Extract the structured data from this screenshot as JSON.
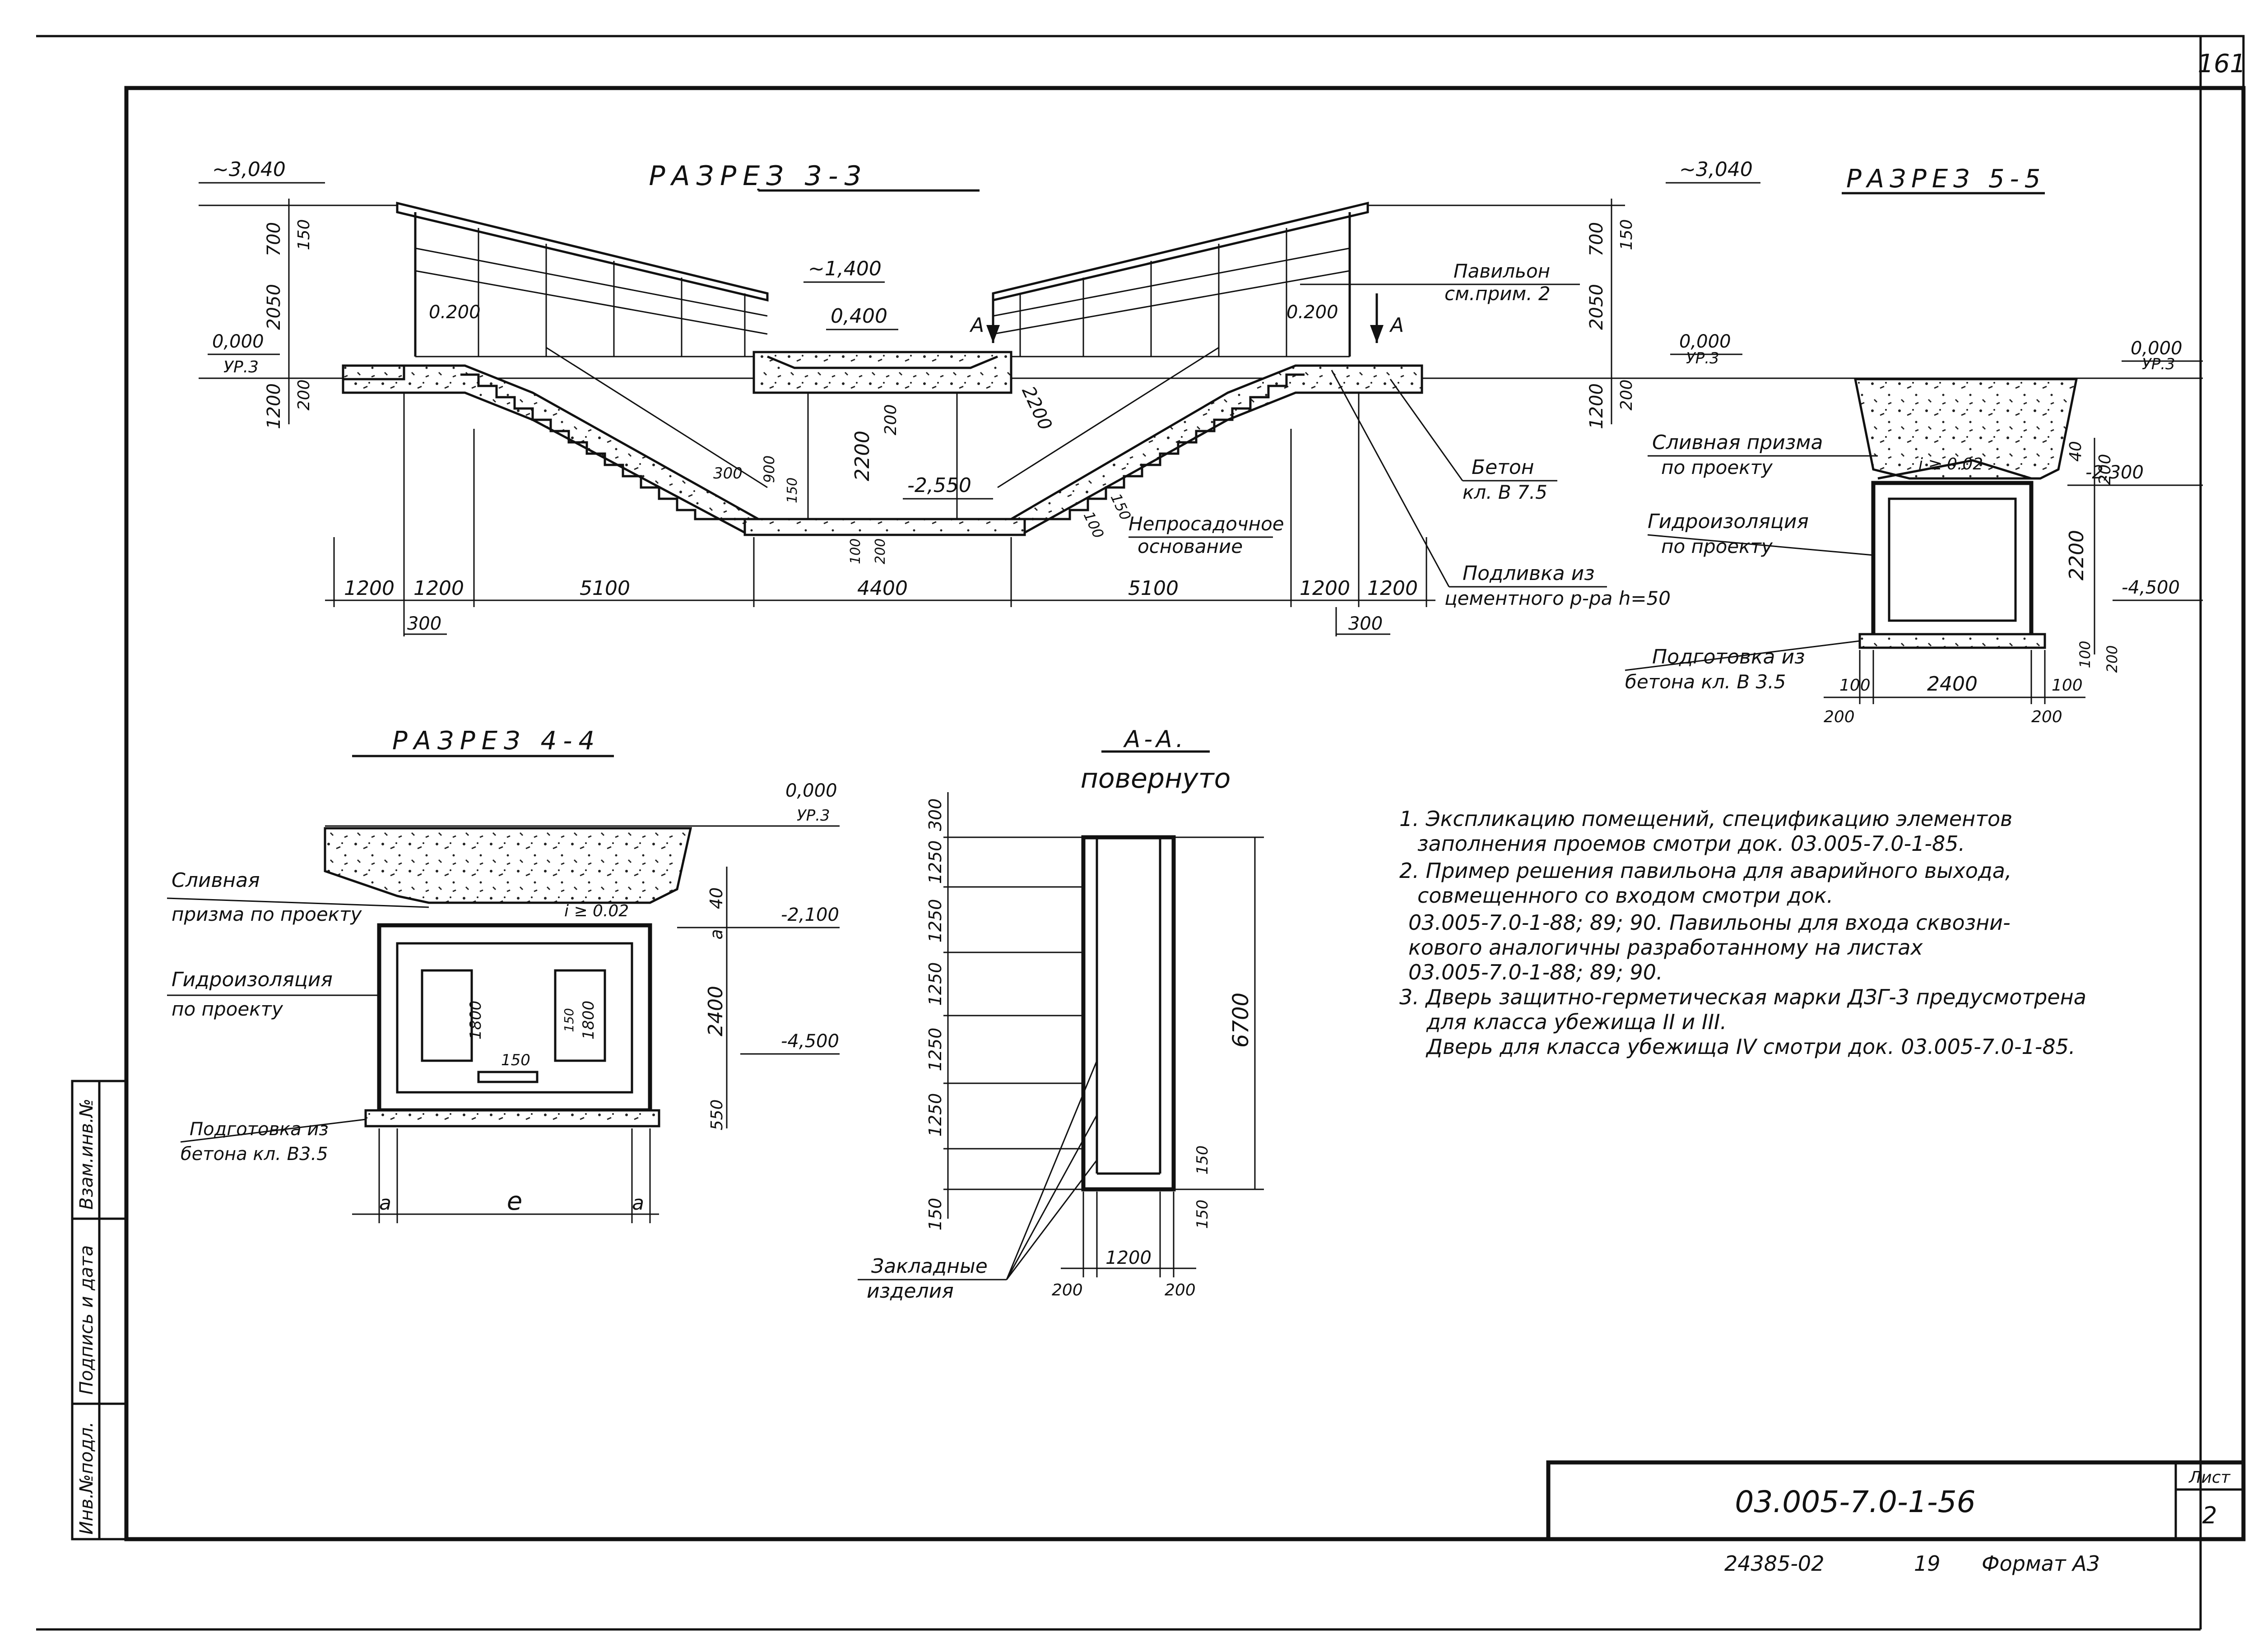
{
  "sheet_number": "161",
  "sections": {
    "s33": {
      "title": "РАЗРЕЗ 3-3",
      "level_top_left": "~3,040",
      "level_top_right": "~3,040",
      "level_zero_left": "0,000",
      "level_zero_left_sub": "УР.3",
      "level_mid_top": "~1,400",
      "level_mid": "0,400",
      "level_bottom": "-2,550",
      "lbl_02_left": "0.200",
      "lbl_02_right": "0.200",
      "cut_a_left": "А",
      "cut_a_right": "А",
      "dim_700_l": "700",
      "dim_150_l": "150",
      "dim_2050_l": "2050",
      "dim_200_l": "200",
      "dim_1200_l": "1200",
      "dim_700_r": "700",
      "dim_150_r": "150",
      "dim_2050_r": "2050",
      "dim_200_r": "200",
      "dim_1200_r": "1200",
      "dim_2200": "2200",
      "dim_200_mid": "200",
      "dim_2200_slope": "2200",
      "dim_300": "300",
      "dim_900": "900",
      "dim_150_s": "150",
      "dim_100_a": "100",
      "dim_200_a": "200",
      "dim_150_b": "150",
      "dim_100_b": "100",
      "bottom_dims": [
        "1200",
        "1200",
        "5100",
        "4400",
        "5100",
        "1200",
        "1200"
      ],
      "sub_dim_left": "300",
      "sub_dim_right": "300",
      "note_pavilion_1": "Павильон",
      "note_pavilion_2": "см.прим. 2",
      "note_concrete_1": "Бетон",
      "note_concrete_2": "кл. В 7.5",
      "note_base_1": "Непросадочное",
      "note_base_2": "основание",
      "note_grout_1": "Подливка из",
      "note_grout_2": "цементного р-ра h=50"
    },
    "s55": {
      "title": "РАЗРЕЗ 5-5",
      "level_zero_l": "0,000",
      "level_zero_l_sub": "УР.3",
      "level_zero_r": "0,000",
      "level_zero_r_sub": "УР.3",
      "slope": "i ≥ 0.02",
      "level_a": "-2,300",
      "level_b": "-4,500",
      "dim_40": "40",
      "dim_200": "200",
      "dim_2200": "2200",
      "dim_100v": "100",
      "dim_200v": "200",
      "bottom_dims": [
        "100",
        "2400",
        "100"
      ],
      "sub_dims": [
        "200",
        "200"
      ],
      "note_prism_1": "Сливная призма",
      "note_prism_2": "по проекту",
      "note_water_1": "Гидроизоляция",
      "note_water_2": "по проекту",
      "note_prep_1": "Подготовка из",
      "note_prep_2": "бетона кл. В 3.5"
    },
    "s44": {
      "title": "РАЗРЕЗ 4-4",
      "level_zero": "0,000",
      "level_zero_sub": "УР.3",
      "slope": "i ≥ 0.02",
      "level_a": "-2,100",
      "level_b": "-4,500",
      "dim_40": "40",
      "dim_a": "a",
      "dim_2400": "2400",
      "dim_550": "550",
      "door_h_l": "1800",
      "door_h_r": "1800",
      "door_small": "150",
      "dim_150_door": "150",
      "bottom_a_l": "a",
      "bottom_e": "e",
      "bottom_a_r": "a",
      "note_prism_1": "Сливная",
      "note_prism_2": "призма по проекту",
      "note_water_1": "Гидроизоляция",
      "note_water_2": "по проекту",
      "note_prep_1": "Подготовка из",
      "note_prep_2": "бетона кл. В3.5"
    },
    "saa": {
      "title": "А-А.",
      "subtitle": "повернуто",
      "left_dims": [
        "300",
        "1250",
        "1250",
        "1250",
        "1250",
        "1250",
        "150"
      ],
      "right_dim": "6700",
      "right_dim_150": "150",
      "right_dim_150_b": "150",
      "bottom_dim": "1200",
      "bottom_sub_l": "200",
      "bottom_sub_r": "200",
      "note_embed_1": "Закладные",
      "note_embed_2": "изделия"
    }
  },
  "notes": [
    "1. Экспликацию помещений, спецификацию элементов",
    "заполнения проемов смотри док. 03.005-7.0-1-85.",
    "2. Пример решения павильона для аварийного выхода,",
    "совмещенного со входом смотри док.",
    "03.005-7.0-1-88; 89; 90. Павильоны для входа сквозни-",
    "кового аналогичны разработанному на листах",
    "03.005-7.0-1-88; 89; 90.",
    "3. Дверь защитно-герметическая марки ДЗГ-3 предусмотрена",
    "для класса убежища II и III.",
    "Дверь для класса убежища IV смотри док. 03.005-7.0-1-85."
  ],
  "title_block": {
    "code": "03.005-7.0-1-56",
    "sheet_label": "Лист",
    "sheet_no": "2"
  },
  "footer": {
    "order": "24385-02",
    "num": "19",
    "format": "Формат А3"
  },
  "side_stamp": {
    "cell_1": "Инв.№подл.",
    "cell_2": "Подпись и дата",
    "cell_3": "Взам.инв.№"
  }
}
